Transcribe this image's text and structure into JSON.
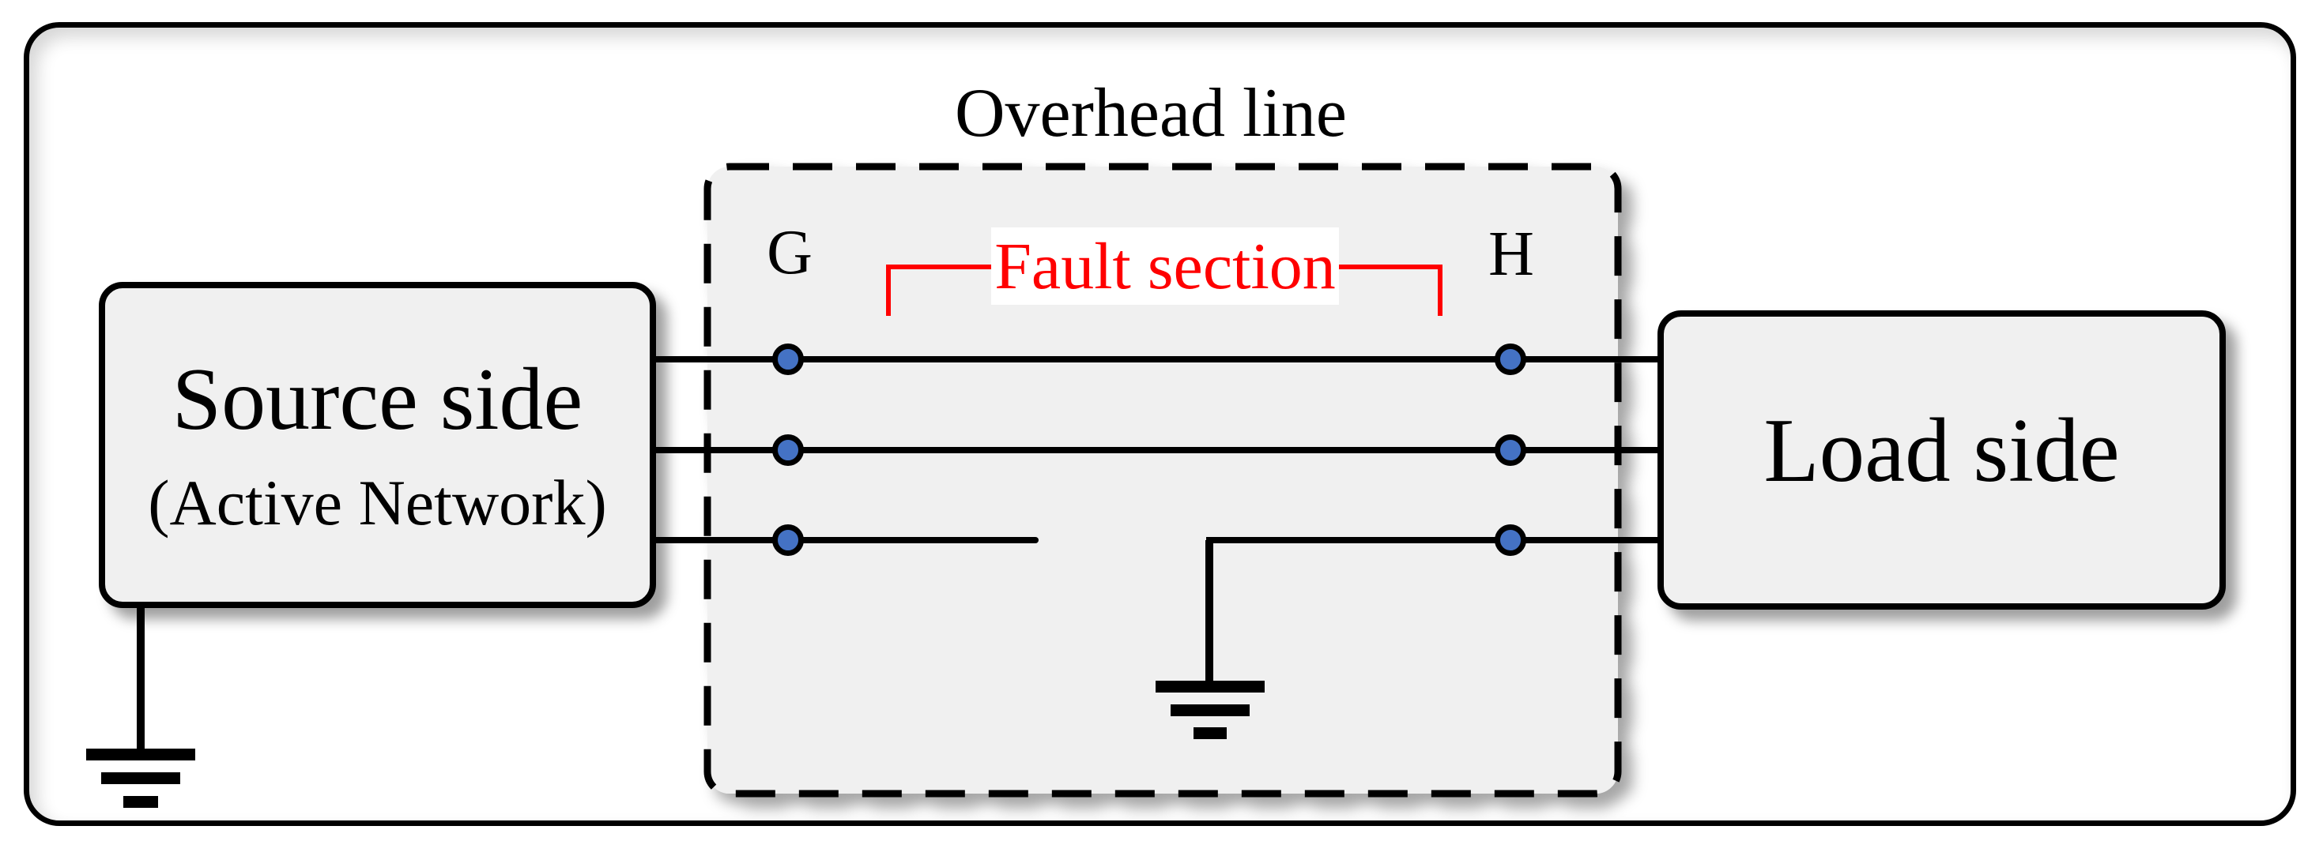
{
  "diagram": {
    "title": "Overhead line",
    "source_box": {
      "title": "Source side",
      "subtitle": "(Active Network)"
    },
    "load_box": {
      "title": "Load side"
    },
    "terminals": {
      "left_label": "G",
      "right_label": "H"
    },
    "fault_label": "Fault section",
    "colors": {
      "terminal_blue": "#4472c4",
      "fault_red": "#ff0000",
      "panel_fill": "#f0f0f0",
      "box_fill": "#f0f0f0",
      "stroke_black": "#000000",
      "background": "#ffffff"
    },
    "icons": {
      "terminal_dot": "filled-circle-terminal",
      "ground_symbol": "three-bar-earth-ground"
    }
  }
}
